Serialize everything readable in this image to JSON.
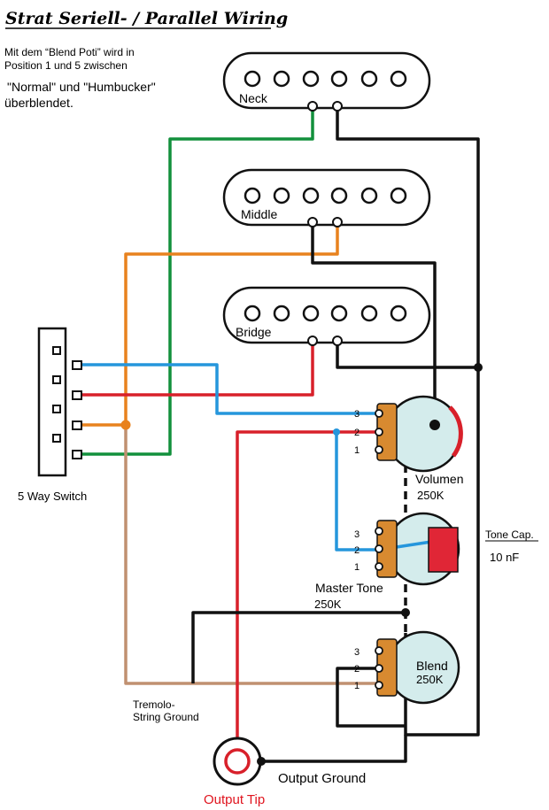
{
  "title": "Strat Seriell- / Parallel Wiring",
  "note": {
    "line1": "Mit dem “Blend Poti” wird in",
    "line2": "Position 1 und 5 zwischen",
    "line3": "\"Normal\" und \"Humbucker\"",
    "line4": "überblendet."
  },
  "pickups": {
    "neck": "Neck",
    "middle": "Middle",
    "bridge": "Bridge"
  },
  "switch_label": "5 Way Switch",
  "pots": {
    "volume": {
      "name": "Volumen",
      "value": "250K"
    },
    "tone": {
      "name": "Master Tone",
      "value": "250K"
    },
    "blend": {
      "name": "Blend",
      "value": "250K"
    }
  },
  "lug_numbers": [
    "3",
    "2",
    "1"
  ],
  "tone_cap": {
    "label": "Tone Cap.",
    "value": "10 nF"
  },
  "ground_label_1": "Tremolo-",
  "ground_label_2": "String Ground",
  "output_tip": "Output Tip",
  "output_ground": "Output Ground",
  "colors": {
    "green": "#12903c",
    "orange": "#e8821e",
    "red": "#d8202a",
    "blue": "#2596dc",
    "tan": "#c09070",
    "black": "#111111",
    "pot": "#d4ecec",
    "lug": "#d88a30",
    "cap": "#e02636"
  }
}
